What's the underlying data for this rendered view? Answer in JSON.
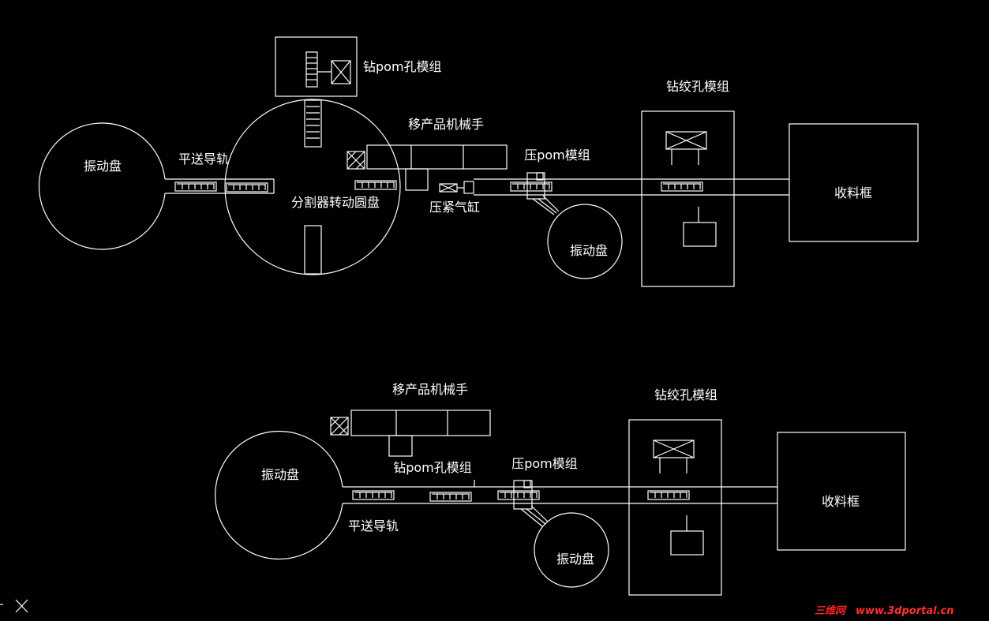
{
  "diagram_a": {
    "drill_pom_module": "钻pom孔模组",
    "vibratory_bowl_left": "振动盘",
    "flat_feed_rail": "平送导轨",
    "indexing_disc": "分割器转动圆盘",
    "transfer_manipulator": "移产品机械手",
    "press_pom_module": "压pom模组",
    "clamp_cylinder": "压紧气缸",
    "vibratory_bowl_right": "振动盘",
    "ream_module": "钻绞孔模组",
    "collection_box": "收料框"
  },
  "diagram_b": {
    "transfer_manipulator": "移产品机械手",
    "vibratory_bowl_left": "振动盘",
    "drill_pom_module": "钻pom孔模组",
    "press_pom_module": "压pom模组",
    "flat_feed_rail": "平送导轨",
    "vibratory_bowl_right": "振动盘",
    "ream_module": "钻绞孔模组",
    "collection_box": "收料框"
  },
  "watermark": {
    "brand": "三维网",
    "url": "www.3dportal.cn"
  },
  "colors": {
    "background": "#000000",
    "lines": "#ffffff",
    "watermark_red": "#ff2020"
  }
}
